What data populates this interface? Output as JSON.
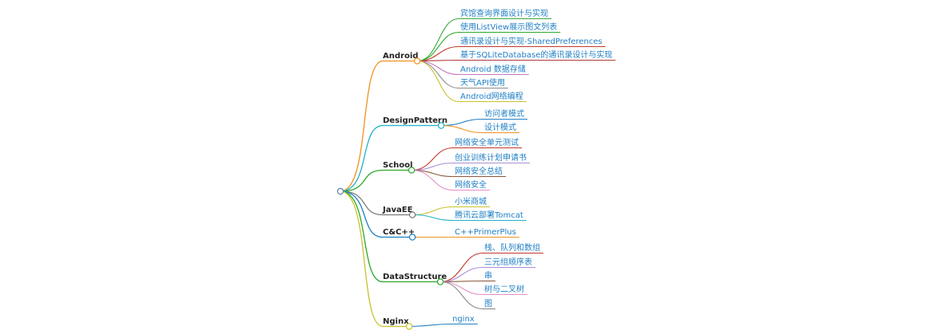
{
  "root": {
    "label": ""
  },
  "categories": [
    {
      "label": "Android",
      "color": "#f0921e",
      "leaves": [
        {
          "text": "宾馆查询界面设计与实现",
          "color": "#3aab3a"
        },
        {
          "text": "使用ListView展示图文列表",
          "color": "#2aa82a"
        },
        {
          "text": "通讯录设计与实现-SharedPreferences",
          "color": "#c0392b"
        },
        {
          "text": "基于SQLiteDatabase的通讯录设计与实现",
          "color": "#b03a3a"
        },
        {
          "text": "Android 数据存储",
          "color": "#c679c0"
        },
        {
          "text": "天气API使用",
          "color": "#8b8b8b"
        },
        {
          "text": "Android网络编程",
          "color": "#c8c12e"
        }
      ]
    },
    {
      "label": "DesignPattern",
      "color": "#1fb3c8",
      "leaves": [
        {
          "text": "访问者模式",
          "color": "#1f7fc4"
        },
        {
          "text": "设计模式",
          "color": "#f0921e"
        }
      ]
    },
    {
      "label": "School",
      "color": "#2aa82a",
      "leaves": [
        {
          "text": "网络安全单元测试",
          "color": "#c0392b"
        },
        {
          "text": "创业训练计划申请书",
          "color": "#a98fd6"
        },
        {
          "text": "网络安全总结",
          "color": "#8b5a3c"
        },
        {
          "text": "网络安全",
          "color": "#e38fc8"
        }
      ]
    },
    {
      "label": "JavaEE",
      "color": "#7a7a7a",
      "leaves": [
        {
          "text": "小米商城",
          "color": "#c8c12e"
        },
        {
          "text": "腾讯云部署Tomcat",
          "color": "#1fb3c8"
        }
      ]
    },
    {
      "label": "C&C++",
      "color": "#1f7fc4",
      "leaves": [
        {
          "text": "C++PrimerPlus",
          "color": "#f0921e"
        }
      ]
    },
    {
      "label": "DataStructure",
      "color": "#2aa82a",
      "leaves": [
        {
          "text": "栈、队列和数组",
          "color": "#c0392b"
        },
        {
          "text": "三元组顺序表",
          "color": "#a98fd6"
        },
        {
          "text": "串",
          "color": "#8b5a3c"
        },
        {
          "text": "树与二叉树",
          "color": "#e38fc8"
        },
        {
          "text": "图",
          "color": "#8b8b8b"
        }
      ]
    },
    {
      "label": "Nginx",
      "color": "#c8c12e",
      "leaves": [
        {
          "text": "nginx",
          "color": "#1f7fc4"
        }
      ]
    }
  ]
}
